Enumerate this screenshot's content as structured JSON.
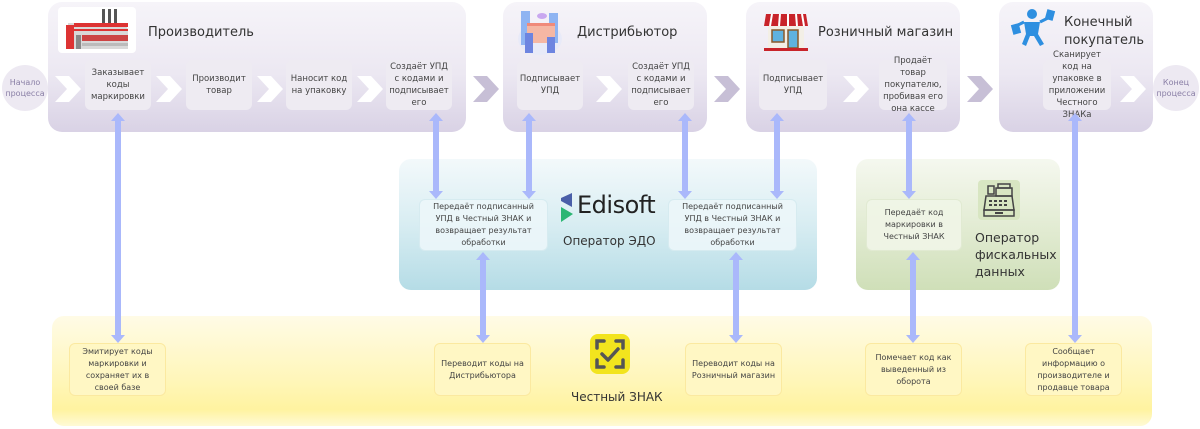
{
  "colors": {
    "arrow": "#aab8fb",
    "stage_bg": "#ece8f2",
    "edo_zone": "#d8edf2",
    "ofd_zone": "#e3ecd4",
    "cz_zone": "#fff6b8",
    "cz_logo": "#f2e41e",
    "edisoft_blue": "#4a5fa8",
    "edisoft_green": "#2bb673"
  },
  "process": {
    "start_label": "Начало процесса",
    "end_label": "Конец процесса"
  },
  "stages": [
    {
      "title": "Производитель",
      "icon": "factory-icon",
      "steps": [
        "Заказывает коды маркировки",
        "Производит товар",
        "Наносит код на упаковку",
        "Создаёт УПД с кодами и подписывает его"
      ]
    },
    {
      "title": "Дистрибьютор",
      "icon": "office-buildings-icon",
      "steps": [
        "Подписывает УПД",
        "Создаёт УПД с кодами и подписывает его"
      ]
    },
    {
      "title": "Розничный магазин",
      "icon": "shop-icon",
      "steps": [
        "Подписывает УПД",
        "Продаёт товар покупателю, пробивая его она кассе"
      ]
    },
    {
      "title": "Конечный покупатель",
      "icon": "shopper-icon",
      "steps": [
        "Сканирует код на упаковке в приложении Честного ЗНАКа"
      ]
    }
  ],
  "edo_zone": {
    "brand": "Edisoft",
    "label": "Оператор ЭДО",
    "boxes": [
      "Передаёт подписанный УПД в Честный ЗНАК и возвращает результат обработки",
      "Передаёт подписанный УПД в Честный ЗНАК и возвращает результат обработки"
    ]
  },
  "ofd_zone": {
    "label": "Оператор фискальных данных",
    "icon": "cash-register-icon",
    "box": "Передаёт код маркировки в Честный ЗНАК"
  },
  "cz_zone": {
    "label": "Честный ЗНАК",
    "icon": "chestny-znak-logo-icon",
    "boxes": [
      "Эмитирует коды маркировки и сохраняет их в своей базе",
      "Переводит коды на Дистрибьютора",
      "Переводит коды на Розничный магазин",
      "Помечает код как выведенный из оборота",
      "Сообщает информацию о производителе и продавце товара"
    ]
  }
}
